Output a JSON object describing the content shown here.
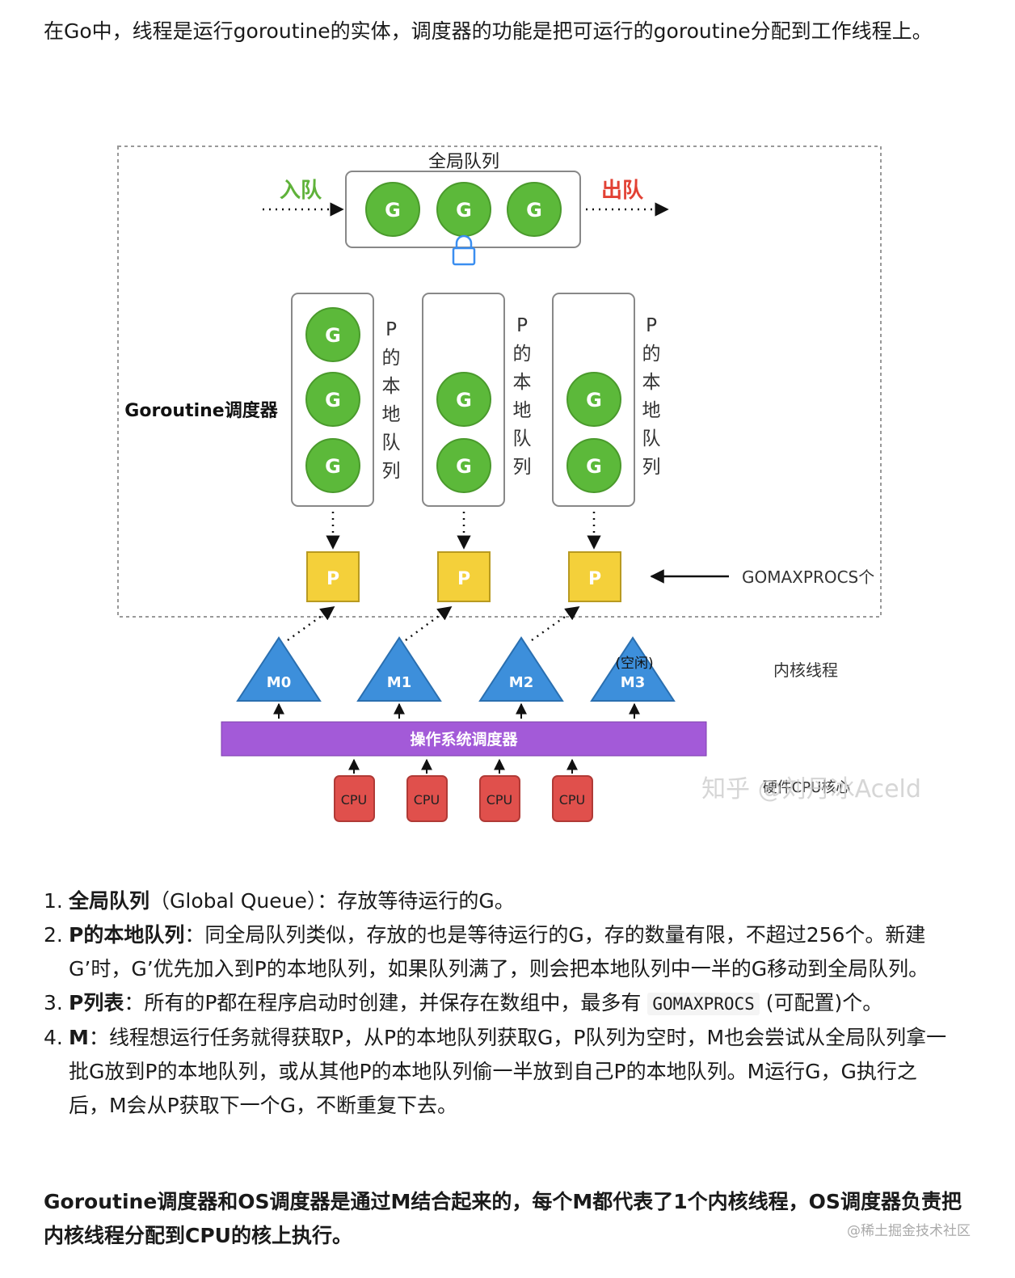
{
  "intro": "在Go中，线程是运行goroutine的实体，调度器的功能是把可运行的goroutine分配到工作线程上。",
  "diagram": {
    "global_queue_title": "全局队列",
    "enqueue": "入队",
    "dequeue": "出队",
    "g": "G",
    "p": "P",
    "scheduler_label": "Goroutine调度器",
    "local_queue_chars": [
      "P",
      "的",
      "本",
      "地",
      "队",
      "列"
    ],
    "gomaxprocs": "GOMAXPROCS个",
    "kernel_thread": "内核线程",
    "idle": "(空闲)",
    "machines": [
      "M0",
      "M1",
      "M2",
      "M3"
    ],
    "os_scheduler": "操作系统调度器",
    "cpu": "CPU",
    "cpu_core_label": "硬件CPU核心",
    "watermark": "知乎 @刘丹冰Aceld",
    "local_queue_counts": [
      3,
      2,
      2
    ],
    "colors": {
      "goroutine": "#5cb93a",
      "processor": "#f4d03a",
      "machine": "#3d8fdb",
      "os_bar": "#a35ad8",
      "cpu": "#e0504c",
      "enqueue": "#5fb23a",
      "dequeue": "#e24134",
      "lock": "#3a8ef0"
    }
  },
  "list": [
    {
      "num": "1.",
      "term": "全局队列",
      "text": "（Global Queue）：存放等待运行的G。"
    },
    {
      "num": "2.",
      "term": "P的本地队列",
      "text": "：同全局队列类似，存放的也是等待运行的G，存的数量有限，不超过256个。新建G’时，G’优先加入到P的本地队列，如果队列满了，则会把本地队列中一半的G移动到全局队列。"
    },
    {
      "num": "3.",
      "term": "P列表",
      "text": "：所有的P都在程序启动时创建，并保存在数组中，最多有",
      "code": "GOMAXPROCS",
      "tail": "(可配置)个。"
    },
    {
      "num": "4.",
      "term": "M",
      "text": "：线程想运行任务就得获取P，从P的本地队列获取G，P队列为空时，M也会尝试从全局队列拿一批G放到P的本地队列，或从其他P的本地队列偷一半放到自己P的本地队列。M运行G，G执行之后，M会从P获取下一个G，不断重复下去。"
    }
  ],
  "outro": "Goroutine调度器和OS调度器是通过M结合起来的，每个M都代表了1个内核线程，OS调度器负责把内核线程分配到CPU的核上执行。",
  "site_watermark": "@稀土掘金技术社区"
}
